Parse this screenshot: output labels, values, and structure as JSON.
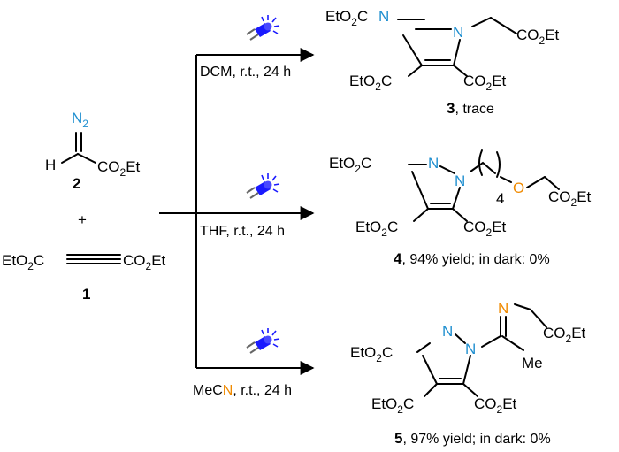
{
  "reactants": {
    "diazo": {
      "number": "2",
      "n2": "N",
      "n2_sub": "2",
      "h": "H",
      "ester": [
        "CO",
        "2",
        "Et"
      ]
    },
    "plus": "+",
    "alkyne": {
      "number": "1",
      "left": [
        "EtO",
        "2",
        "C"
      ],
      "right": [
        "CO",
        "2",
        "Et"
      ]
    }
  },
  "conditions": {
    "top": "DCM, r.t., 24 h",
    "middle": "THF, r.t., 24 h",
    "bottom_prefix": "MeC",
    "bottom_n": "N",
    "bottom_suffix": ", r.t., 24 h"
  },
  "products": {
    "p3": {
      "number": "3",
      "caption": ", trace",
      "ring_n1": "N",
      "ring_n2": "N",
      "sub_tl": [
        "EtO",
        "2",
        "C"
      ],
      "sub_bl": [
        "EtO",
        "2",
        "C"
      ],
      "sub_br": [
        "CO",
        "2",
        "Et"
      ],
      "side": [
        "CO",
        "2",
        "Et"
      ]
    },
    "p4": {
      "number": "4",
      "caption": ", 94% yield; in dark: 0%",
      "ring_n1": "N",
      "ring_n2": "N",
      "sub_tl": [
        "EtO",
        "2",
        "C"
      ],
      "sub_bl": [
        "EtO",
        "2",
        "C"
      ],
      "sub_br": [
        "CO",
        "2",
        "Et"
      ],
      "repeat": "4",
      "oxygen": "O",
      "side": [
        "CO",
        "2",
        "Et"
      ]
    },
    "p5": {
      "number": "5",
      "caption": ", 97% yield; in dark: 0%",
      "ring_n1": "N",
      "ring_n2": "N",
      "imine_n": "N",
      "methyl": "Me",
      "sub_tl": [
        "EtO",
        "2",
        "C"
      ],
      "sub_bl": [
        "EtO",
        "2",
        "C"
      ],
      "sub_br": [
        "CO",
        "2",
        "Et"
      ],
      "side": [
        "CO",
        "2",
        "Et"
      ]
    }
  },
  "colors": {
    "n2": "#1f8fd0",
    "pyrazole_n": "#1f8fd0",
    "oxygen": "#f08a00",
    "imine_n": "#f08a00",
    "led": "#1a1aff"
  },
  "icons": [
    "blue-led-icon"
  ]
}
